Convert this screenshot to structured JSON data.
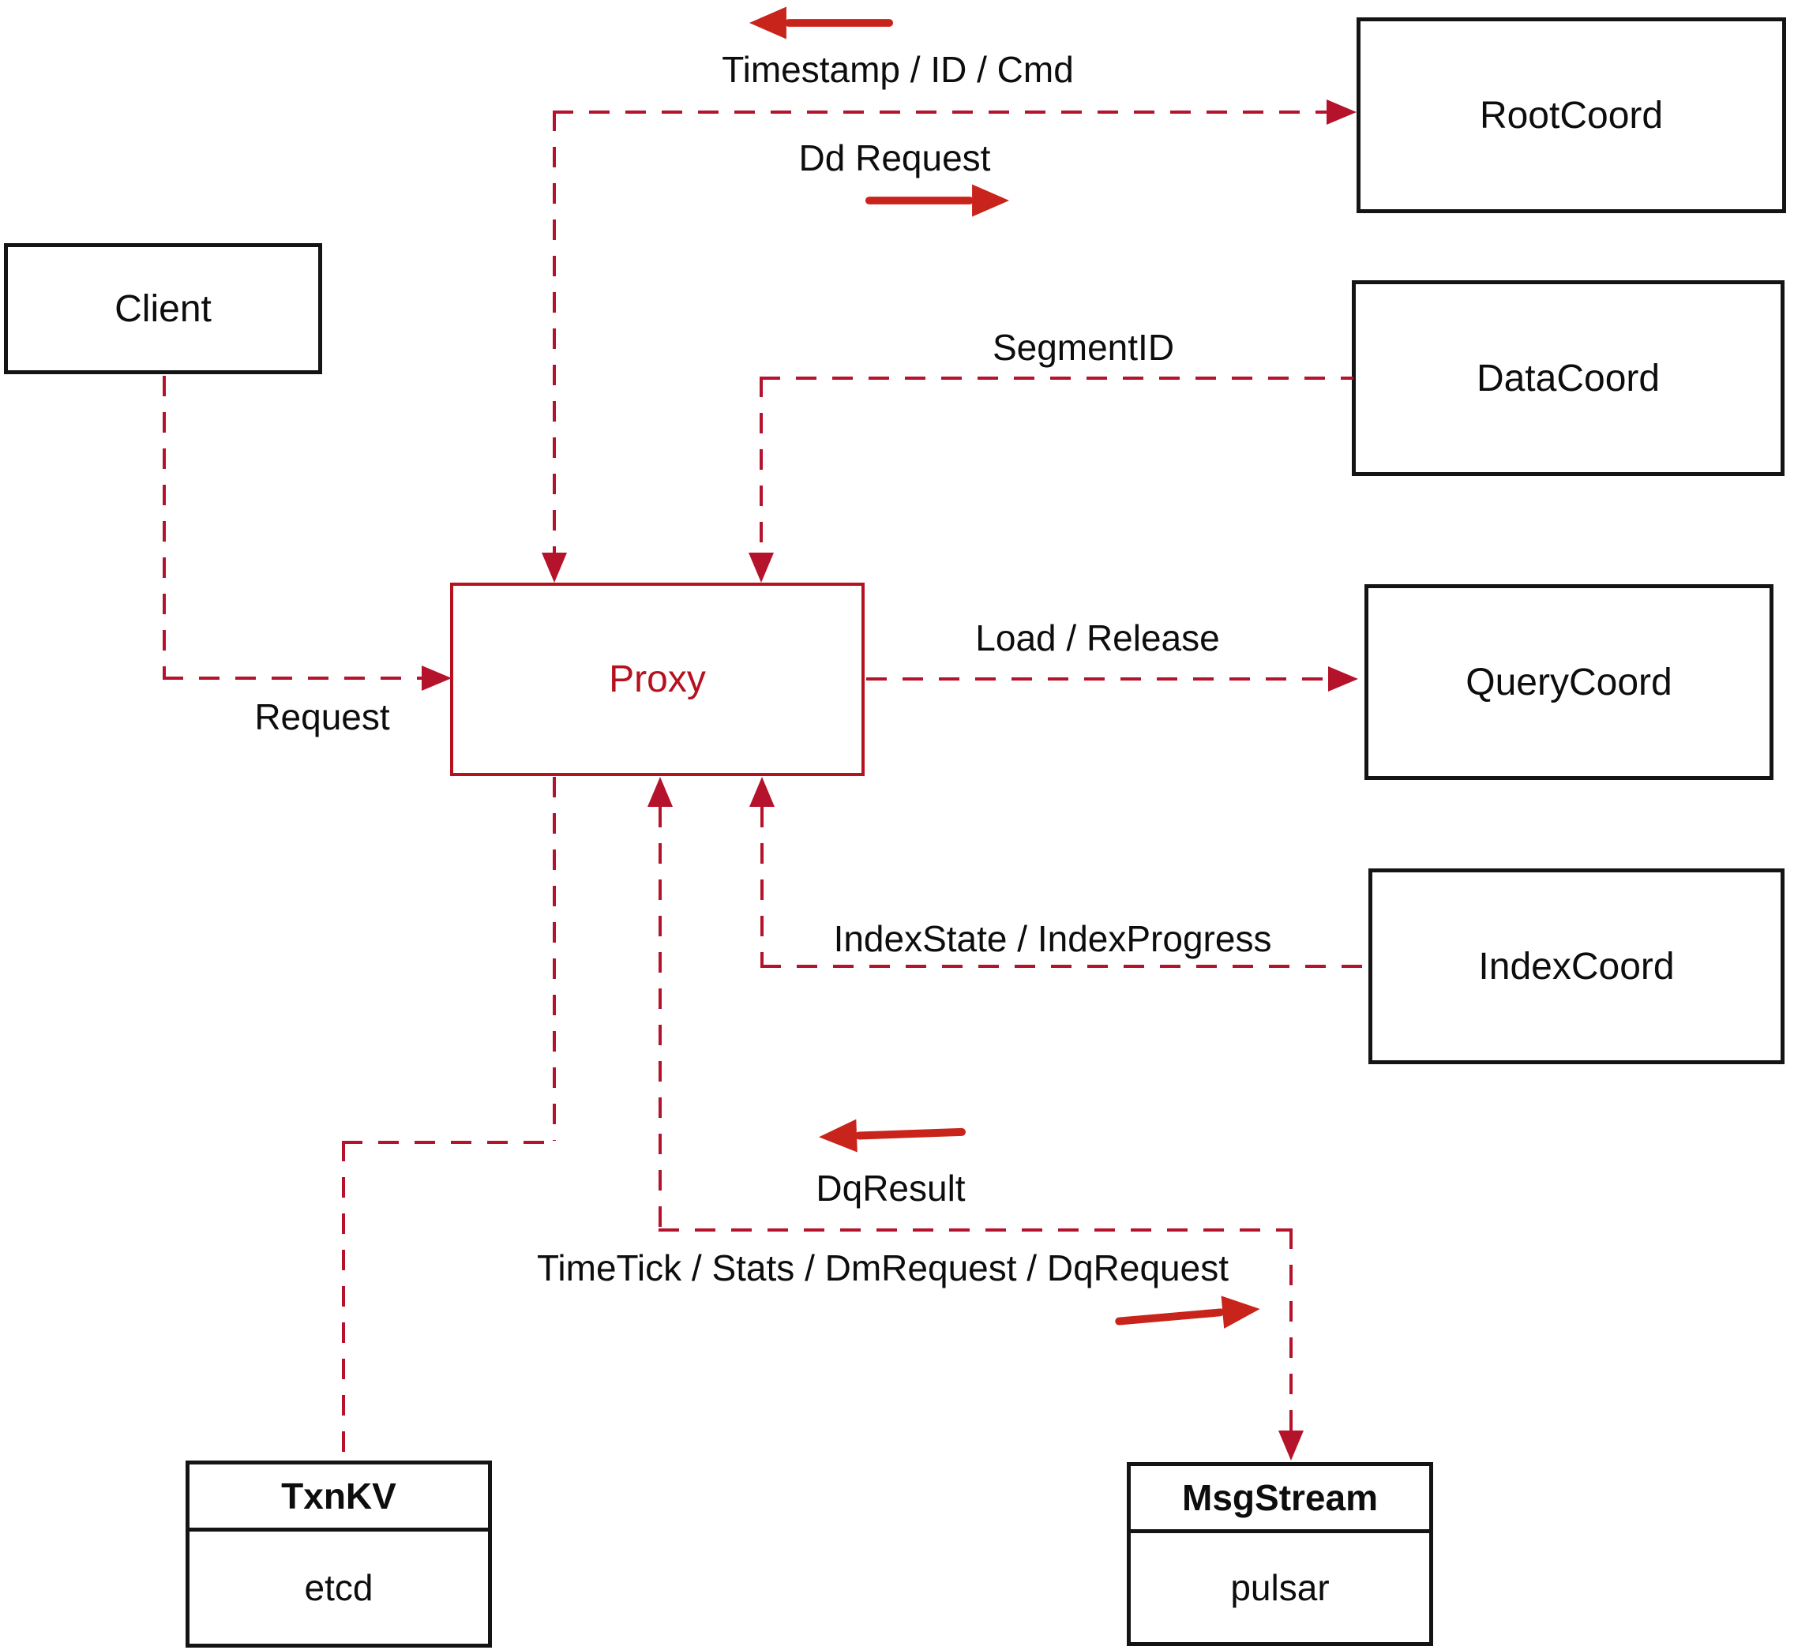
{
  "nodes": {
    "client": {
      "label": "Client"
    },
    "proxy": {
      "label": "Proxy"
    },
    "root_coord": {
      "label": "RootCoord"
    },
    "data_coord": {
      "label": "DataCoord"
    },
    "query_coord": {
      "label": "QueryCoord"
    },
    "index_coord": {
      "label": "IndexCoord"
    },
    "txn_kv": {
      "title": "TxnKV",
      "impl": "etcd"
    },
    "msg_stream": {
      "title": "MsgStream",
      "impl": "pulsar"
    }
  },
  "edge_labels": {
    "request": "Request",
    "timestamp_id_cmd": "Timestamp / ID / Cmd",
    "dd_request": "Dd Request",
    "segment_id": "SegmentID",
    "load_release": "Load / Release",
    "index_state_progress": "IndexState / IndexProgress",
    "dq_result": "DqResult",
    "timetick_stats": "TimeTick / Stats / DmRequest / DqRequest"
  },
  "colors": {
    "dash_red": "#b5122b",
    "arrow_red": "#c8241b",
    "proxy_red": "#b5121f",
    "box_border": "#141414",
    "label_black": "#0d0d0d",
    "background": "#ffffff"
  }
}
